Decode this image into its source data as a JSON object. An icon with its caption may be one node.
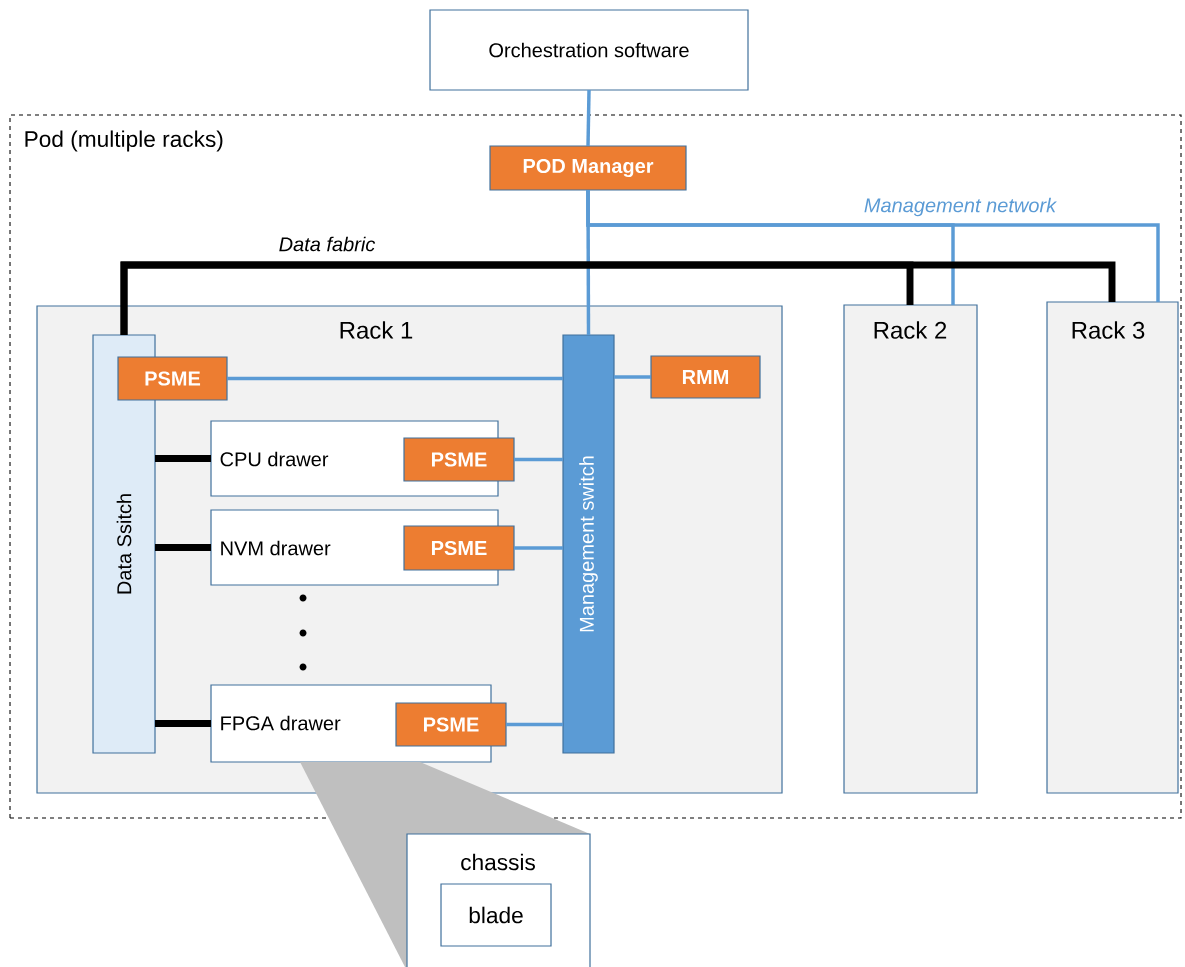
{
  "diagram": {
    "nodes": [
      {
        "text": [
          "Orchestration software"
        ]
      },
      {
        "text": [
          "Pod (multiple racks)"
        ]
      },
      {
        "text": [
          "POD Manager"
        ],
        "in": 1
      },
      {
        "text": [
          "Rack 1"
        ],
        "in": 1
      },
      {
        "text": [
          "Rack 2"
        ],
        "in": 1
      },
      {
        "text": [
          "Rack 3"
        ],
        "in": 1
      },
      {
        "text": [
          "Data Ssitch"
        ],
        "in": 3
      },
      {
        "text": [
          "PSME"
        ],
        "in": 3
      },
      {
        "text": [
          "Management switch"
        ],
        "in": 3
      },
      {
        "text": [
          "RMM"
        ],
        "in": 3
      },
      {
        "text": [
          "CPU drawer"
        ],
        "in": 3
      },
      {
        "text": [
          "PSME"
        ],
        "in": 3
      },
      {
        "text": [
          "NVM drawer"
        ],
        "in": 3
      },
      {
        "text": [
          "PSME"
        ],
        "in": 3
      },
      {
        "text": [
          "FPGA drawer"
        ],
        "in": 3
      },
      {
        "text": [
          "PSME"
        ],
        "in": 3
      },
      {
        "text": [
          "chassis"
        ]
      },
      {
        "text": [
          "blade"
        ],
        "in": 16
      }
    ],
    "edges": [
      {
        "from": 0,
        "to": 2,
        "arrow": "none"
      },
      {
        "from": 2,
        "to": 8,
        "arrow": "none"
      },
      {
        "from": 2,
        "to": 4,
        "arrow": "none"
      },
      {
        "from": 2,
        "to": 5,
        "arrow": "none",
        "label": "Management network"
      },
      {
        "from": 6,
        "to": 4,
        "arrow": "none",
        "style": "thick",
        "color": "#000000",
        "label": "Data fabric"
      },
      {
        "from": 6,
        "to": 5,
        "arrow": "none",
        "style": "thick",
        "color": "#000000"
      },
      {
        "from": 7,
        "to": 8,
        "arrow": "none"
      },
      {
        "from": 8,
        "to": 9,
        "arrow": "none"
      },
      {
        "from": 11,
        "to": 8,
        "arrow": "none"
      },
      {
        "from": 13,
        "to": 8,
        "arrow": "none"
      },
      {
        "from": 15,
        "to": 8,
        "arrow": "none"
      },
      {
        "from": 6,
        "to": 10,
        "arrow": "none",
        "style": "thick",
        "color": "#000000"
      },
      {
        "from": 6,
        "to": 12,
        "arrow": "none",
        "style": "thick",
        "color": "#000000"
      },
      {
        "from": 6,
        "to": 14,
        "arrow": "none",
        "style": "thick",
        "color": "#000000"
      }
    ]
  }
}
